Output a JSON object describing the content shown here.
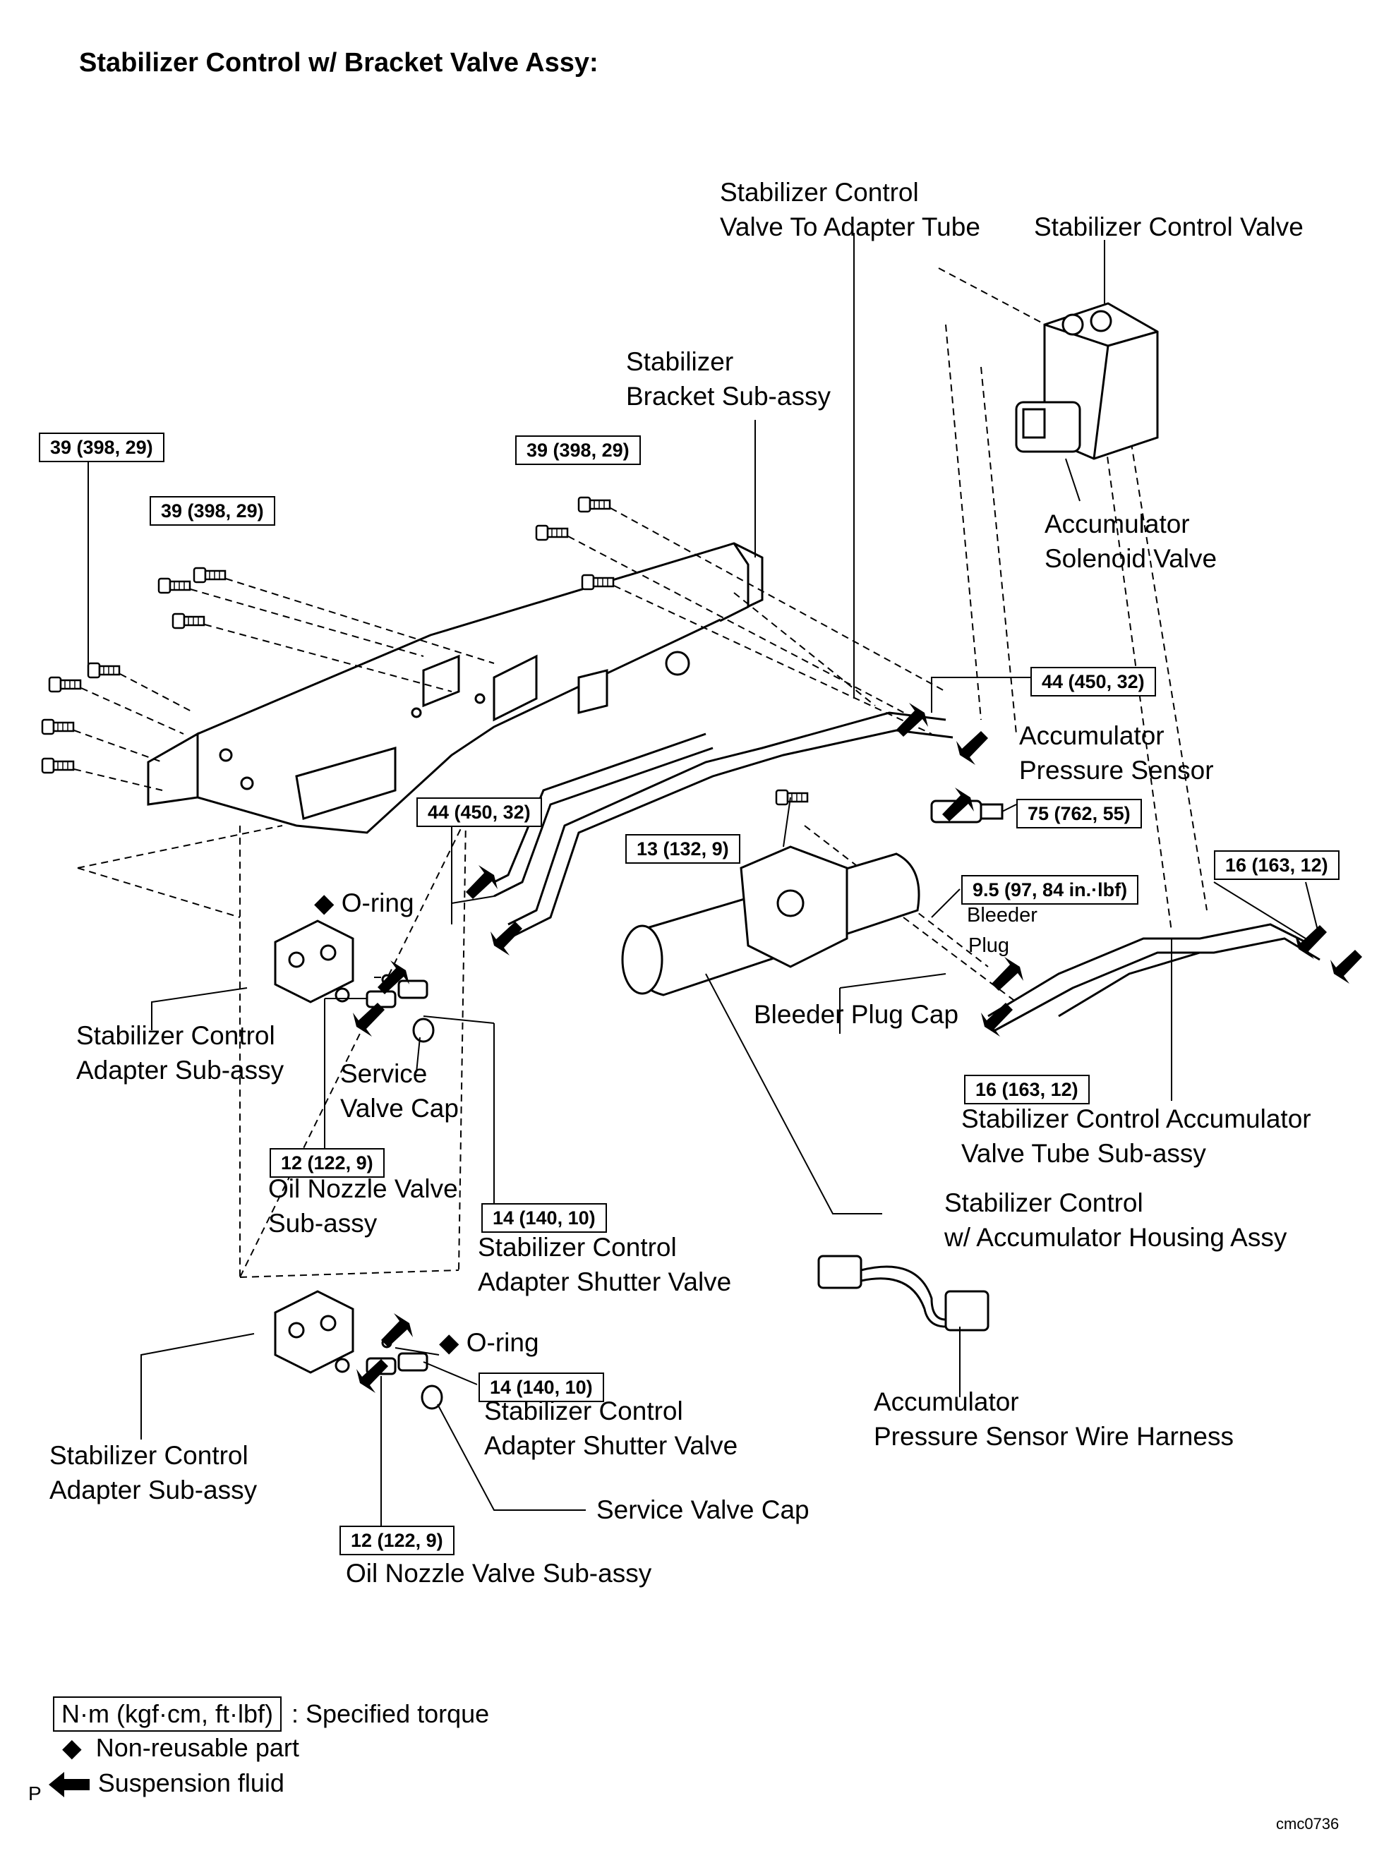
{
  "title": "Stabilizer Control w/ Bracket Valve Assy:",
  "labels": {
    "valve_tube_1": "Stabilizer Control",
    "valve_tube_2": "Valve To Adapter Tube",
    "control_valve": "Stabilizer Control Valve",
    "bracket_1": "Stabilizer",
    "bracket_2": "Bracket Sub-assy",
    "solenoid_1": "Accumulator",
    "solenoid_2": "Solenoid Valve",
    "pressure_sensor_1": "Accumulator",
    "pressure_sensor_2": "Pressure Sensor",
    "oring_upper": "O-ring",
    "adapter_upper_1": "Stabilizer Control",
    "adapter_upper_2": "Adapter Sub-assy",
    "service_cap_upper_1": "Service",
    "service_cap_upper_2": "Valve Cap",
    "oil_nozzle_upper_1": "Oil Nozzle Valve",
    "oil_nozzle_upper_2": "Sub-assy",
    "shutter_upper_1": "Stabilizer Control",
    "shutter_upper_2": "Adapter Shutter Valve",
    "bleeder_plug_1": "Bleeder",
    "bleeder_plug_2": "Plug",
    "bleeder_cap": "Bleeder Plug Cap",
    "acc_tube_1": "Stabilizer Control Accumulator",
    "acc_tube_2": "Valve Tube Sub-assy",
    "housing_1": "Stabilizer Control",
    "housing_2": "w/ Accumulator Housing Assy",
    "oring_lower": "O-ring",
    "shutter_lower_1": "Stabilizer Control",
    "shutter_lower_2": "Adapter Shutter Valve",
    "adapter_lower_1": "Stabilizer Control",
    "adapter_lower_2": "Adapter Sub-assy",
    "service_cap_lower": "Service Valve Cap",
    "oil_nozzle_lower": "Oil Nozzle Valve Sub-assy",
    "harness_1": "Accumulator",
    "harness_2": "Pressure Sensor Wire Harness"
  },
  "torques": {
    "t1": "39 (398, 29)",
    "t2": "39 (398, 29)",
    "t3": "39 (398, 29)",
    "t4": "44 (450, 32)",
    "t5": "44 (450, 32)",
    "t6": "75 (762, 55)",
    "t7": "13 (132, 9)",
    "t8": "9.5 (97, 84 in.·lbf)",
    "t9": "16 (163, 12)",
    "t10": "16 (163, 12)",
    "t11": "12 (122, 9)",
    "t12": "14 (140, 10)",
    "t13": "14 (140, 10)",
    "t14": "12 (122, 9)"
  },
  "legend": {
    "torque_box": "N·m (kgf·cm, ft·lbf)",
    "torque_text": ": Specified torque",
    "nonreusable_symbol": "◆",
    "nonreusable_text": "Non-reusable part",
    "fluid_text": "Suspension fluid",
    "fluid_icon": "arrow-left-icon",
    "corner_letter": "P"
  },
  "diamond": "◆",
  "figure_code": "cmc0736"
}
